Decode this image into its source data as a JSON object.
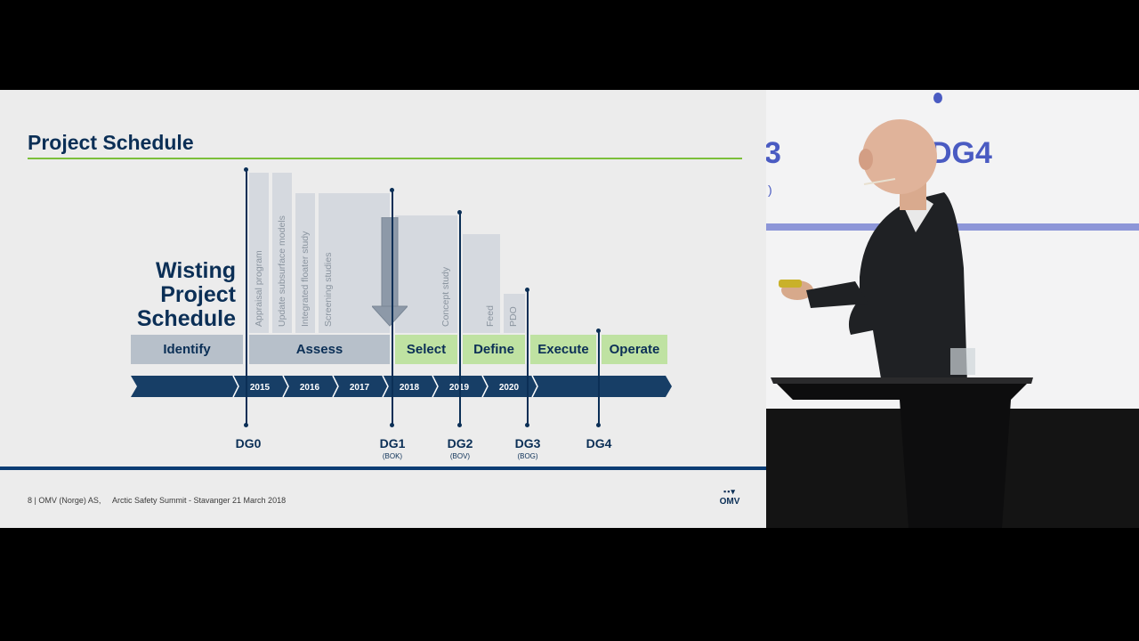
{
  "slide": {
    "title": "Project Schedule",
    "big_title_lines": [
      "Wisting",
      "Project",
      "Schedule"
    ],
    "activities": [
      "Appraisal program",
      "Update subsurface models",
      "Integrated floater study",
      "Screening studies",
      "Concept study",
      "Feed",
      "PDO"
    ],
    "phases": [
      "Identify",
      "Assess",
      "Select",
      "Define",
      "Execute",
      "Operate"
    ],
    "years": [
      "2015",
      "2016",
      "2017",
      "2018",
      "2019",
      "2020"
    ],
    "gates": [
      {
        "label": "DG0",
        "sub": ""
      },
      {
        "label": "DG1",
        "sub": "(BOK)"
      },
      {
        "label": "DG2",
        "sub": "(BOV)"
      },
      {
        "label": "DG3",
        "sub": "(BOG)"
      },
      {
        "label": "DG4",
        "sub": ""
      }
    ],
    "footer": {
      "page": "8 | OMV (Norge) AS,",
      "event": "Arctic Safety Summit - Stavanger 21 March 2018"
    },
    "logo_text": "OMV"
  },
  "video": {
    "screen_left_text": "3",
    "screen_paren": ")",
    "screen_right_text": "DG4"
  }
}
